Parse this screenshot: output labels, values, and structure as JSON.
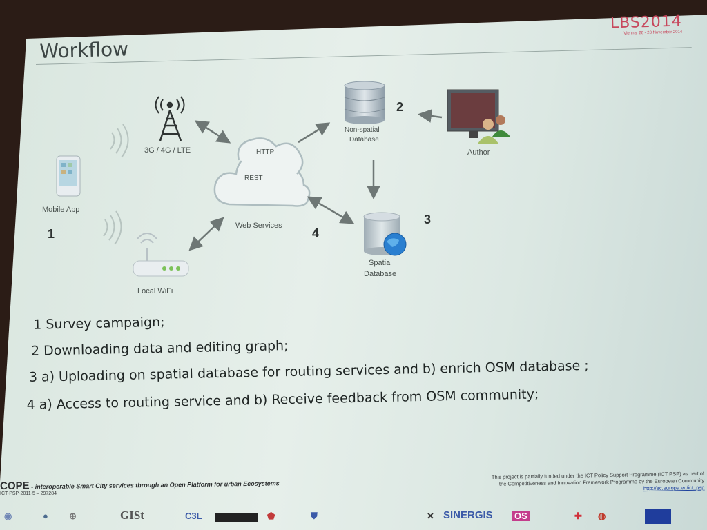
{
  "slide": {
    "title": "Workflow",
    "event_logo": "LBS2014",
    "event_subtitle": "Vienna, 26 - 28 November 2014"
  },
  "diagram": {
    "nodes": {
      "mobile_app": "Mobile App",
      "tower": "3G / 4G / LTE",
      "wifi": "Local WiFi",
      "cloud_http": "HTTP",
      "cloud_rest": "REST",
      "web_services": "Web Services",
      "non_spatial_line1": "Non-spatial",
      "non_spatial_line2": "Database",
      "spatial_line1": "Spatial",
      "spatial_line2": "Database",
      "author": "Author"
    },
    "numbers": {
      "n1": "1",
      "n2": "2",
      "n3": "3",
      "n4": "4"
    }
  },
  "steps": [
    "1 Survey campaign;",
    "2 Downloading data and editing graph;",
    "3 a) Uploading on spatial database  for routing services and  b) enrich OSM database ;",
    "4 a) Access to routing service and b) Receive feedback from OSM community;"
  ],
  "footer": {
    "project": "COPE",
    "project_tagline": " - interoperable Smart City services through an Open Platform for urban Ecosystems",
    "project_id": "ICT-PSP-2011-5 – 297284",
    "funding_line1": "This project is partially funded under the ICT Policy Support Programme (ICT PSP) as part of",
    "funding_line2": "the Competitiveness and Innovation Framework Programme by the European Community",
    "funding_url": "http://ec.europa.eu/ict_psp",
    "partner_logos": [
      "GISt",
      "C3L",
      "SINERGIS",
      "OS"
    ]
  },
  "colors": {
    "accent": "#c7475c",
    "arrow": "#6e7775",
    "text": "#1f2524"
  }
}
